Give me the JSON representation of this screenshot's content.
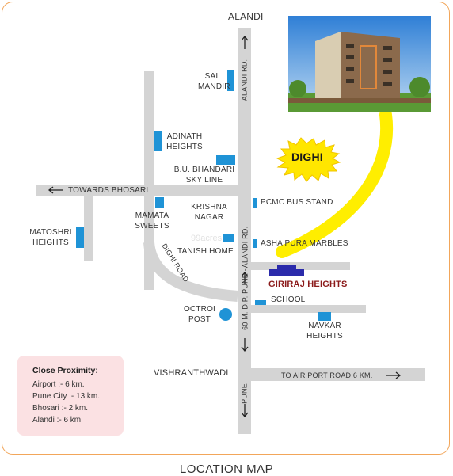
{
  "colors": {
    "road": "#d4d4d4",
    "marker": "#1f93d6",
    "highlight_road": "#ffee00",
    "dighi_burst": "#ffe600",
    "project_marker": "#2b2bab",
    "project_text": "#8b1a1a",
    "frame": "#f2a65a",
    "proximity_bg": "#fbe1e3"
  },
  "icons": {
    "arrow": "arrow-icon",
    "marker": "map-marker-icon",
    "octroi": "circle-marker-icon",
    "burst": "starburst-icon"
  },
  "labels": {
    "alandi": "ALANDI",
    "alandi_rd_top": "ALANDI RD.",
    "sai_mandir_1": "SAI",
    "sai_mandir_2": "MANDIR",
    "adinath_1": "ADINATH",
    "adinath_2": "HEIGHTS",
    "dighi": "DIGHI",
    "bu_bhandari_1": "B.U. BHANDARI",
    "bu_bhandari_2": "SKY LINE",
    "towards_bhosari": "TOWARDS BHOSARI",
    "pcmc_bus_stand": "PCMC BUS STAND",
    "krishna_1": "KRISHNA",
    "krishna_2": "NAGAR",
    "mamata_1": "MAMATA",
    "mamata_2": "SWEETS",
    "matoshri_1": "MATOSHRI",
    "matoshri_2": "HEIGHTS",
    "asha_pura": "ASHA PURA MARBLES",
    "tanish_home": "TANISH HOME",
    "alandi_rd_mid": "ALANDI RD.",
    "dp_road": "60 M. D.P. PUNE -",
    "dighi_road": "DIGHI ROAD",
    "giriraj": "GIRIRAJ HEIGHTS",
    "school": "SCHOOL",
    "octroi_1": "OCTROI",
    "octroi_2": "POST",
    "navkar_1": "NAVKAR",
    "navkar_2": "HEIGHTS",
    "vishranthwadi": "VISHRANTHWADI",
    "airport_road": "TO AIR PORT ROAD 6 KM.",
    "pune": "PUNE"
  },
  "proximity": {
    "title": "Close Proximity:",
    "items": [
      "Airport :- 6 km.",
      "Pune City :- 13 km.",
      "Bhosari :- 2 km.",
      "Alandi :- 6 km."
    ]
  },
  "watermark": "99acres",
  "caption": "LOCATION MAP"
}
